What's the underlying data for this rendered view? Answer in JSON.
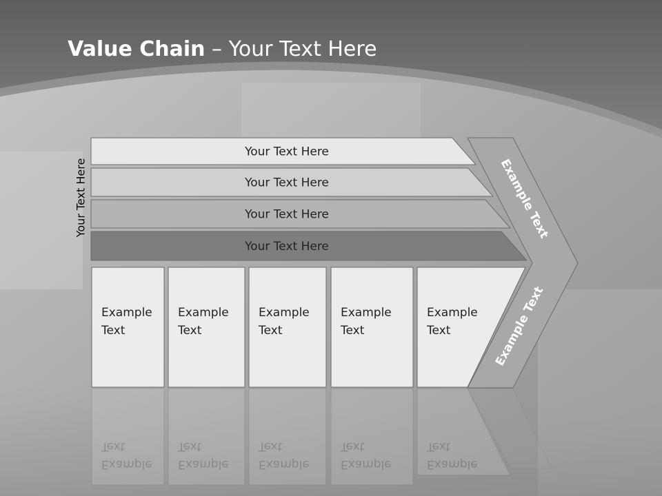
{
  "title": {
    "bold_part": "Value Chain",
    "rest_part": " – Your Text Here"
  },
  "side_label": "Your Text Here",
  "bars": [
    {
      "label": "Your Text Here",
      "fill": "#e8e8e8"
    },
    {
      "label": "Your Text Here",
      "fill": "#d0d0d0"
    },
    {
      "label": "Your Text Here",
      "fill": "#b4b4b4"
    },
    {
      "label": "Your Text Here",
      "fill": "#7e7e7e"
    }
  ],
  "boxes": [
    {
      "line1": "Example",
      "line2": "Text"
    },
    {
      "line1": "Example",
      "line2": "Text"
    },
    {
      "line1": "Example",
      "line2": "Text"
    },
    {
      "line1": "Example",
      "line2": "Text"
    },
    {
      "line1": "Example",
      "line2": "Text"
    }
  ],
  "chevron": {
    "top_label": "Example Text",
    "bottom_label": "Example Text"
  },
  "colors": {
    "header_bg": "#6e6e6e",
    "box_fill": "#ececec",
    "chevron_fill": "#a8a8a8",
    "border": "#6a6a6a"
  }
}
